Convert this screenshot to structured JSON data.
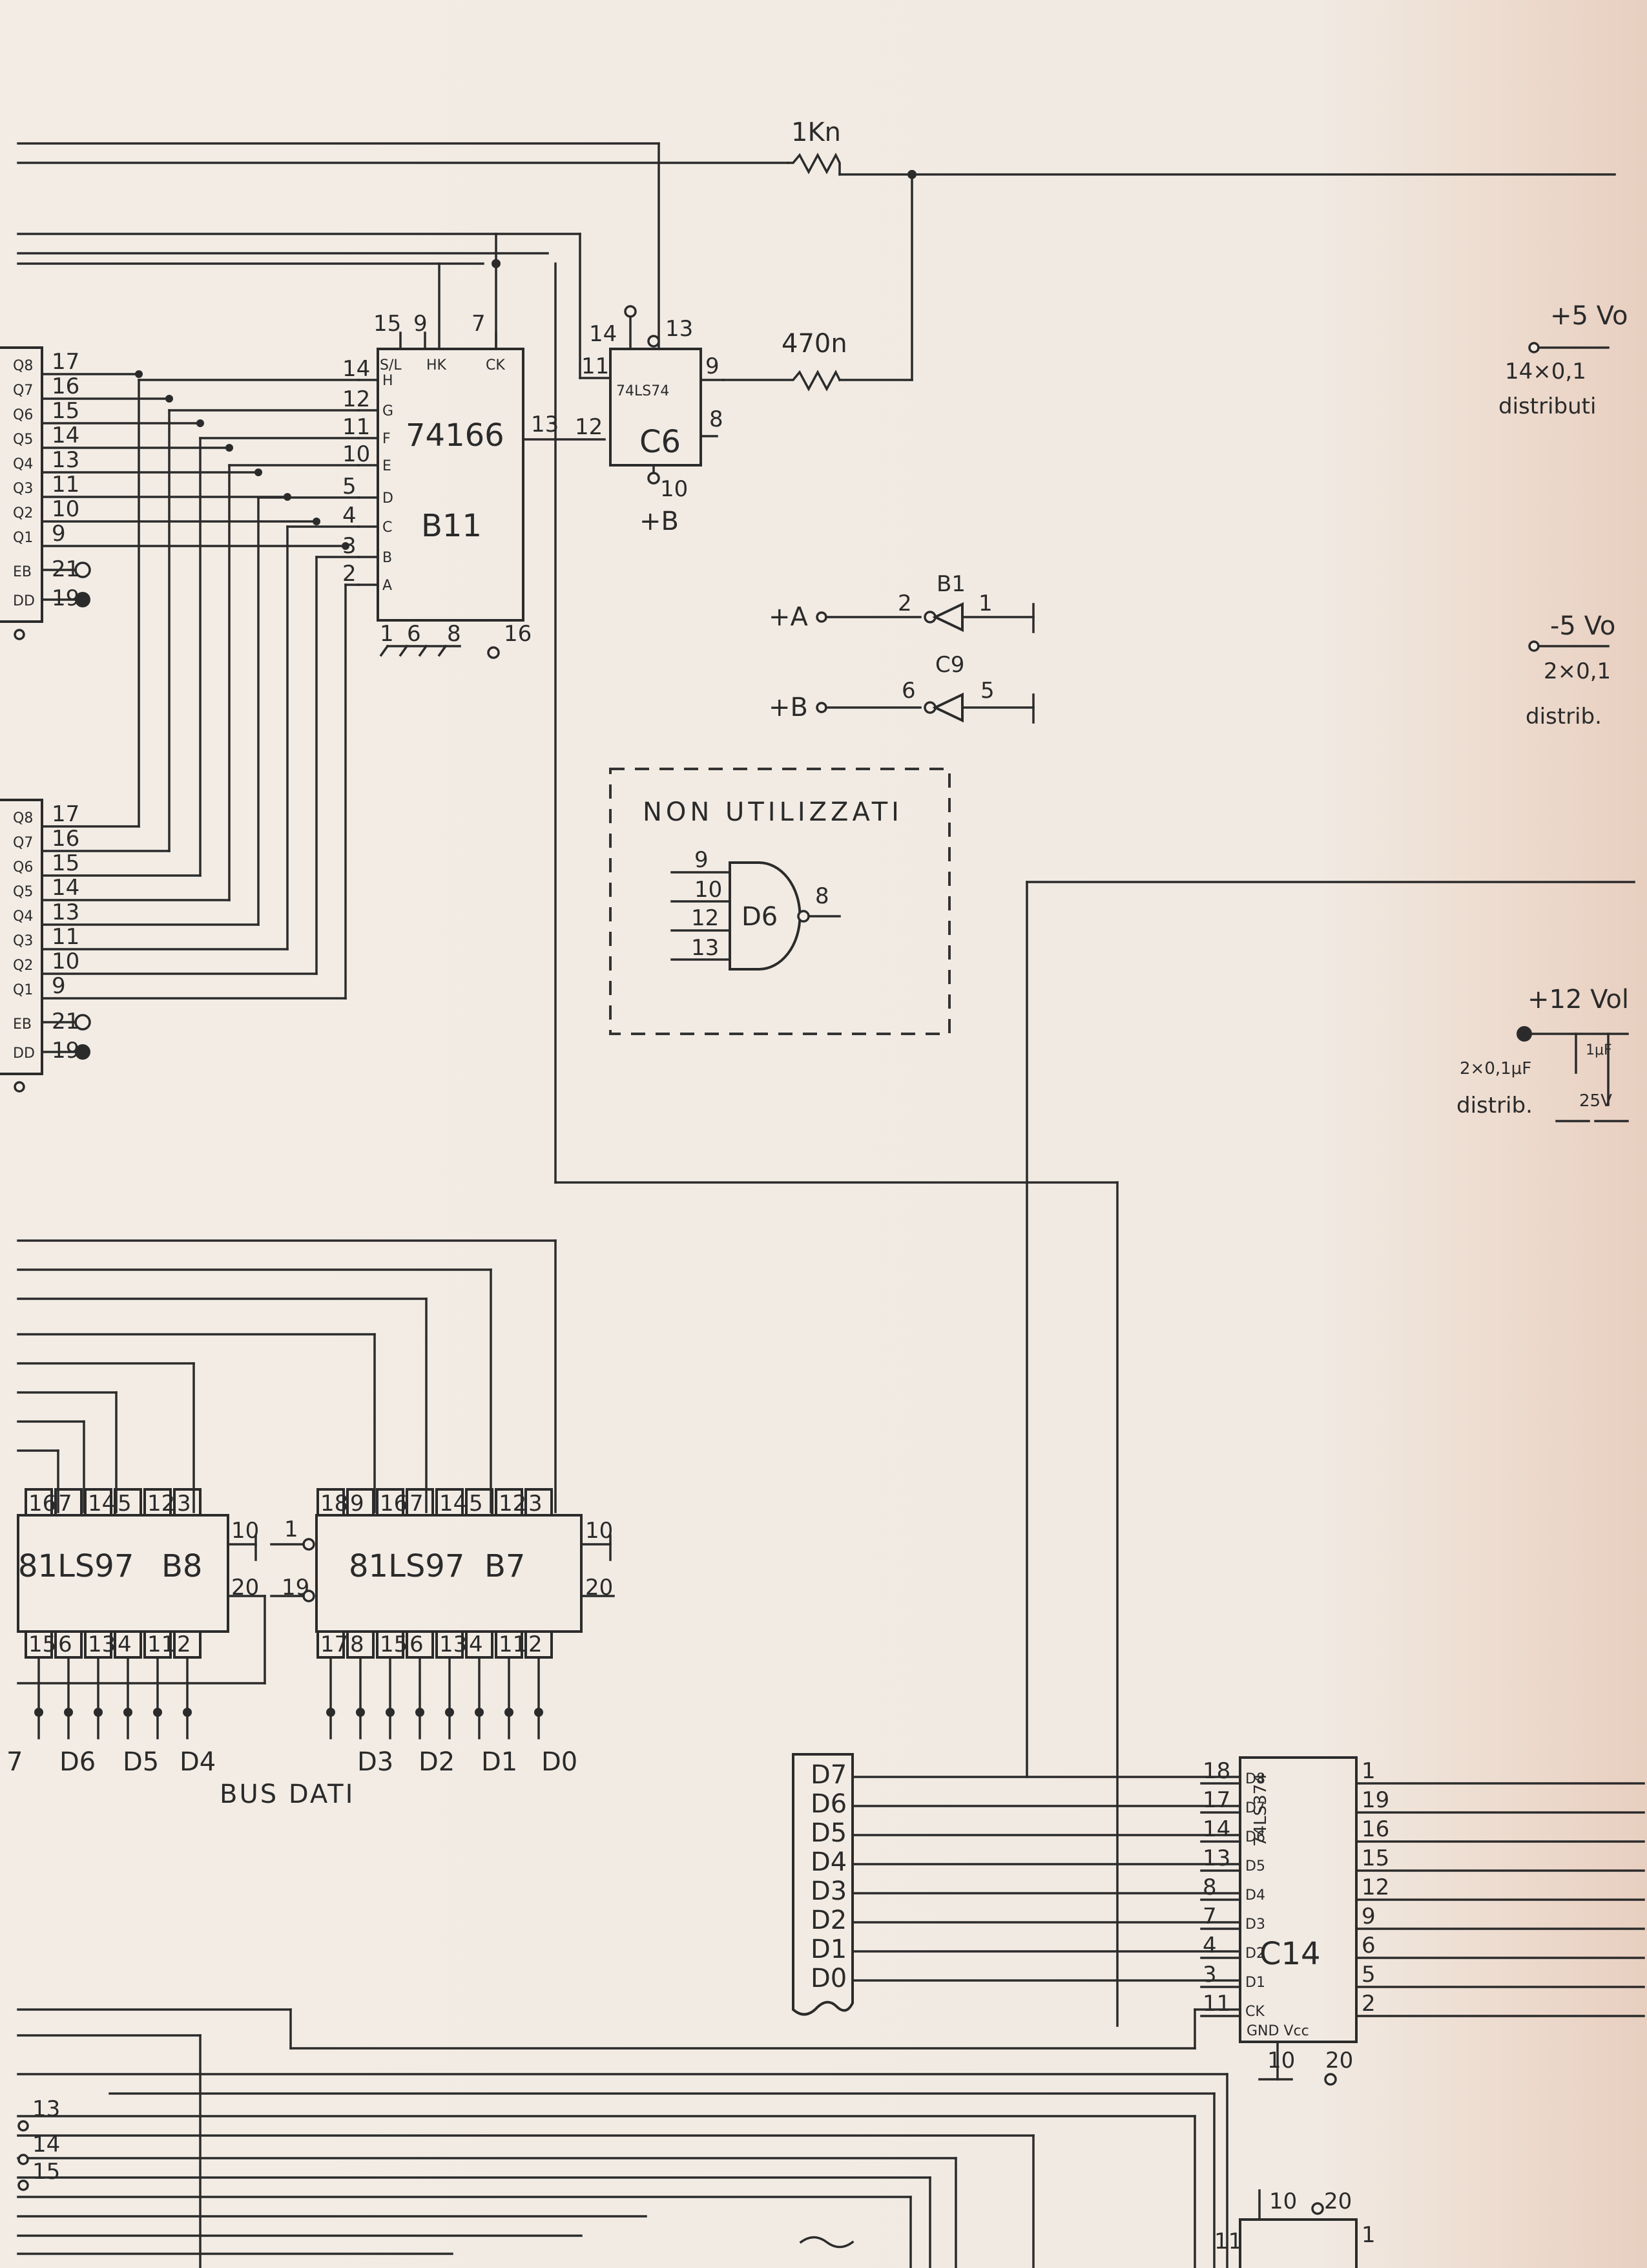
{
  "resistors": {
    "r1k": "1Kn",
    "r470": "470n"
  },
  "chips": {
    "b11": {
      "part": "74166",
      "ref": "B11",
      "pin_cl": "15",
      "pin_9": "9",
      "pin_ck": "7",
      "pin_out": "13",
      "label_sl": "S/L",
      "label_hk": "HK",
      "label_ck": "CK",
      "bottom": [
        "1",
        "6",
        "8",
        "16"
      ],
      "inputs": [
        [
          "14",
          "H"
        ],
        [
          "12",
          "G"
        ],
        [
          "11",
          "F"
        ],
        [
          "10",
          "E"
        ],
        [
          "5",
          "D"
        ],
        [
          "4",
          "C"
        ],
        [
          "3",
          "B"
        ],
        [
          "2",
          "A"
        ]
      ]
    },
    "c6": {
      "part": "74LS74",
      "ref": "C6",
      "pin_14": "14",
      "pin_13": "13",
      "pin_11": "11",
      "pin_12": "12",
      "pin_9": "9",
      "pin_8": "8",
      "pin_10": "10",
      "supply": "+B"
    },
    "b8": {
      "part": "81LS97",
      "ref": "B8",
      "top": [
        "16",
        "7",
        "14",
        "5",
        "12",
        "3"
      ],
      "bottom": [
        "15",
        "6",
        "13",
        "4",
        "11",
        "2"
      ],
      "pin_10": "10",
      "pin_20": "20"
    },
    "b7": {
      "part": "81LS97",
      "ref": "B7",
      "top": [
        "18",
        "9",
        "16",
        "7",
        "14",
        "5",
        "12",
        "3"
      ],
      "bottom": [
        "17",
        "8",
        "15",
        "6",
        "13",
        "4",
        "11",
        "2"
      ],
      "pin_1": "1",
      "pin_19": "19",
      "pin_10": "10",
      "pin_20": "20"
    },
    "c14": {
      "part": "74LS374",
      "ref": "C14",
      "left_pins": [
        "18",
        "17",
        "14",
        "13",
        "8",
        "7",
        "4",
        "3",
        "11"
      ],
      "left_labels": [
        "D8",
        "D7",
        "D6",
        "D5",
        "D4",
        "D3",
        "D2",
        "D1",
        "CK"
      ],
      "right_pins": [
        "1",
        "19",
        "16",
        "15",
        "12",
        "9",
        "6",
        "5",
        "2"
      ],
      "bottom": [
        "10",
        "20"
      ],
      "gnd_vcc": "GND  Vcc"
    }
  },
  "connector_left": {
    "upper": {
      "labels": [
        "Q8",
        "Q7",
        "Q6",
        "Q5",
        "Q4",
        "Q3",
        "Q2",
        "Q1"
      ],
      "pins": [
        "17",
        "16",
        "15",
        "14",
        "13",
        "11",
        "10",
        "9"
      ],
      "extra": [
        "21",
        "19"
      ],
      "extra_labels": [
        "EB",
        "DD"
      ]
    },
    "lower": {
      "labels": [
        "Q8",
        "Q7",
        "Q6",
        "Q5",
        "Q4",
        "Q3",
        "Q2",
        "Q1"
      ],
      "pins": [
        "17",
        "16",
        "15",
        "14",
        "13",
        "11",
        "10",
        "9"
      ],
      "extra": [
        "21",
        "19"
      ],
      "extra_labels": [
        "EB",
        "DD"
      ]
    }
  },
  "inverters": {
    "b1": {
      "net": "+A",
      "in": "2",
      "ref": "B1",
      "out": "1"
    },
    "c9": {
      "net": "+B",
      "in": "6",
      "ref": "C9",
      "out": "5"
    }
  },
  "unused": {
    "title": "NON UTILIZZATI",
    "gate": "D6",
    "pins": [
      "9",
      "10",
      "12",
      "13"
    ],
    "out": "8"
  },
  "bus": {
    "left_labels": [
      "7",
      "D6",
      "D5",
      "D4",
      "D3",
      "D2",
      "D1",
      "D0"
    ],
    "title": "BUS DATI",
    "connector": [
      "D7",
      "D6",
      "D5",
      "D4",
      "D3",
      "D2",
      "D1",
      "D0"
    ]
  },
  "power": {
    "p5": {
      "label": "+5 Vo",
      "caps": "14×0,1",
      "note": "distributi"
    },
    "m5": {
      "label": "-5 Vo",
      "caps": "2×0,1",
      "note": "distrib."
    },
    "p12": {
      "label": "+12 Vol",
      "caps": "2×0,1μF",
      "cap2": "1μF",
      "v": "25V",
      "note": "distrib."
    }
  },
  "bottom_pins": [
    "13",
    "14",
    "15"
  ],
  "bottom_chip": {
    "pins": [
      "10",
      "20",
      "11",
      "1"
    ]
  }
}
